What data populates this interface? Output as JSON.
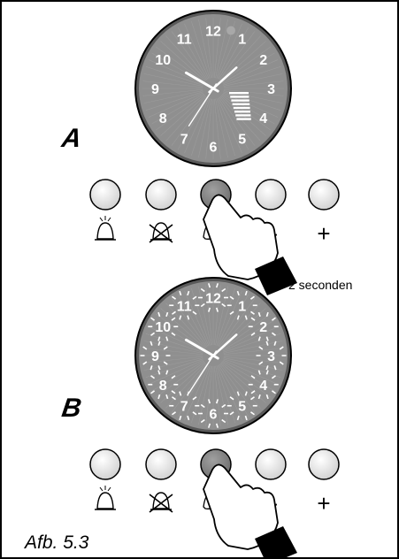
{
  "panel_a": {
    "letter": "A",
    "clock_numbers": [
      "12",
      "1",
      "2",
      "3",
      "4",
      "5",
      "6",
      "7",
      "8",
      "9",
      "10",
      "11"
    ],
    "blinking": false
  },
  "panel_b": {
    "letter": "B",
    "clock_numbers": [
      "12",
      "1",
      "2",
      "3",
      "4",
      "5",
      "6",
      "7",
      "8",
      "9",
      "10",
      "11"
    ],
    "blinking": true
  },
  "hold_note": "2 seconden",
  "figure_caption": "Afb. 5.3",
  "button_row": {
    "count": 5,
    "pressed_index": 2,
    "icons": [
      "bell-icon",
      "bell-cancel-icon",
      "hand-icon",
      "minus-icon",
      "plus-icon"
    ],
    "minus_symbol": "-",
    "plus_symbol": "+"
  },
  "colors": {
    "dial": "#8f8f8f",
    "pressed_button": "#7d7d7d",
    "button": "#e6e6e6",
    "outline": "#000000"
  }
}
